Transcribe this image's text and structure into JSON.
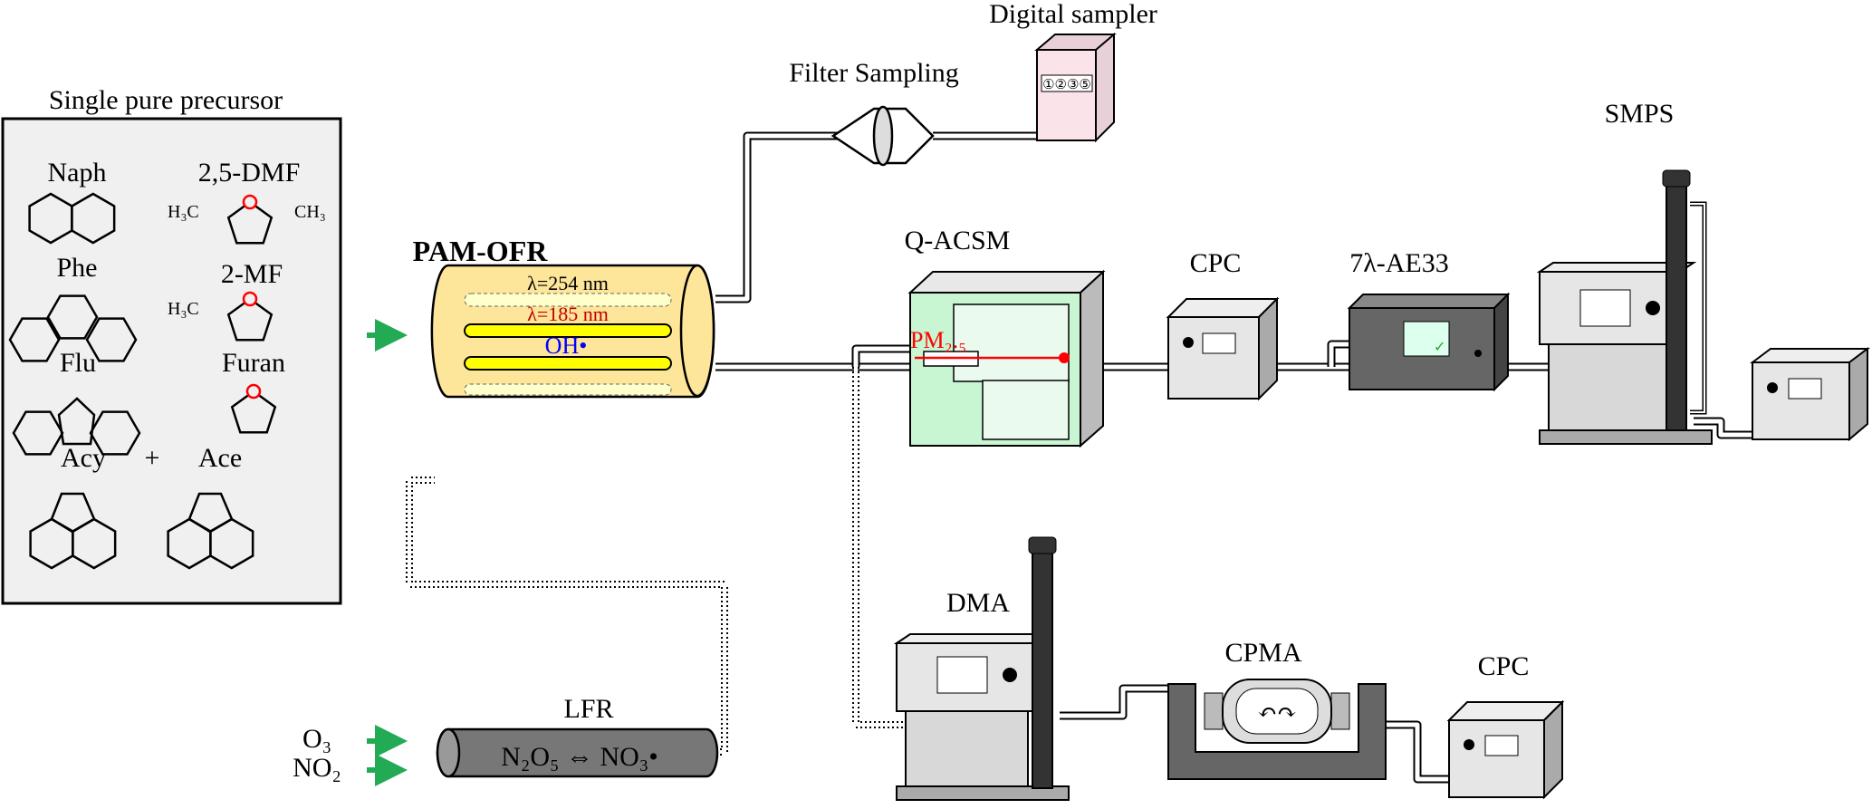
{
  "precursors": {
    "title": "Single pure precursor",
    "items": [
      "Naph",
      "2,5-DMF",
      "Phe",
      "2-MF",
      "Flu",
      "Furan",
      "Acy",
      "+",
      "Ace"
    ],
    "substituents": {
      "h3c": "H₃C",
      "ch3": "CH₃"
    }
  },
  "reactor": {
    "label": "PAM-OFR",
    "lamp_254": "λ=254 nm",
    "lamp_185": "λ=185 nm",
    "oh": "OH•"
  },
  "lfr": {
    "label": "LFR",
    "reaction": "N₂O₅ ⇔ NO₃•",
    "inputs": [
      "O₃",
      "NO₂"
    ]
  },
  "instruments": {
    "filter": "Filter Sampling",
    "sampler": "Digital sampler",
    "sampler_display": "①②③⑤",
    "qacsm": "Q-ACSM",
    "pm": "PM₂.₅",
    "cpc1": "CPC",
    "ae33": "7λ-AE33",
    "smps": "SMPS",
    "dma": "DMA",
    "cpma": "CPMA",
    "cpc2": "CPC"
  },
  "colors": {
    "precursor_box": "#f0f0f0",
    "reactor": "#fde59a",
    "lamp": "#ffff00",
    "qacsm": "#c8f5d2",
    "sampler": "#fbe3ea",
    "arrow": "#22aa55",
    "pm_line": "#ff0000",
    "oh_text": "#0000ff"
  }
}
